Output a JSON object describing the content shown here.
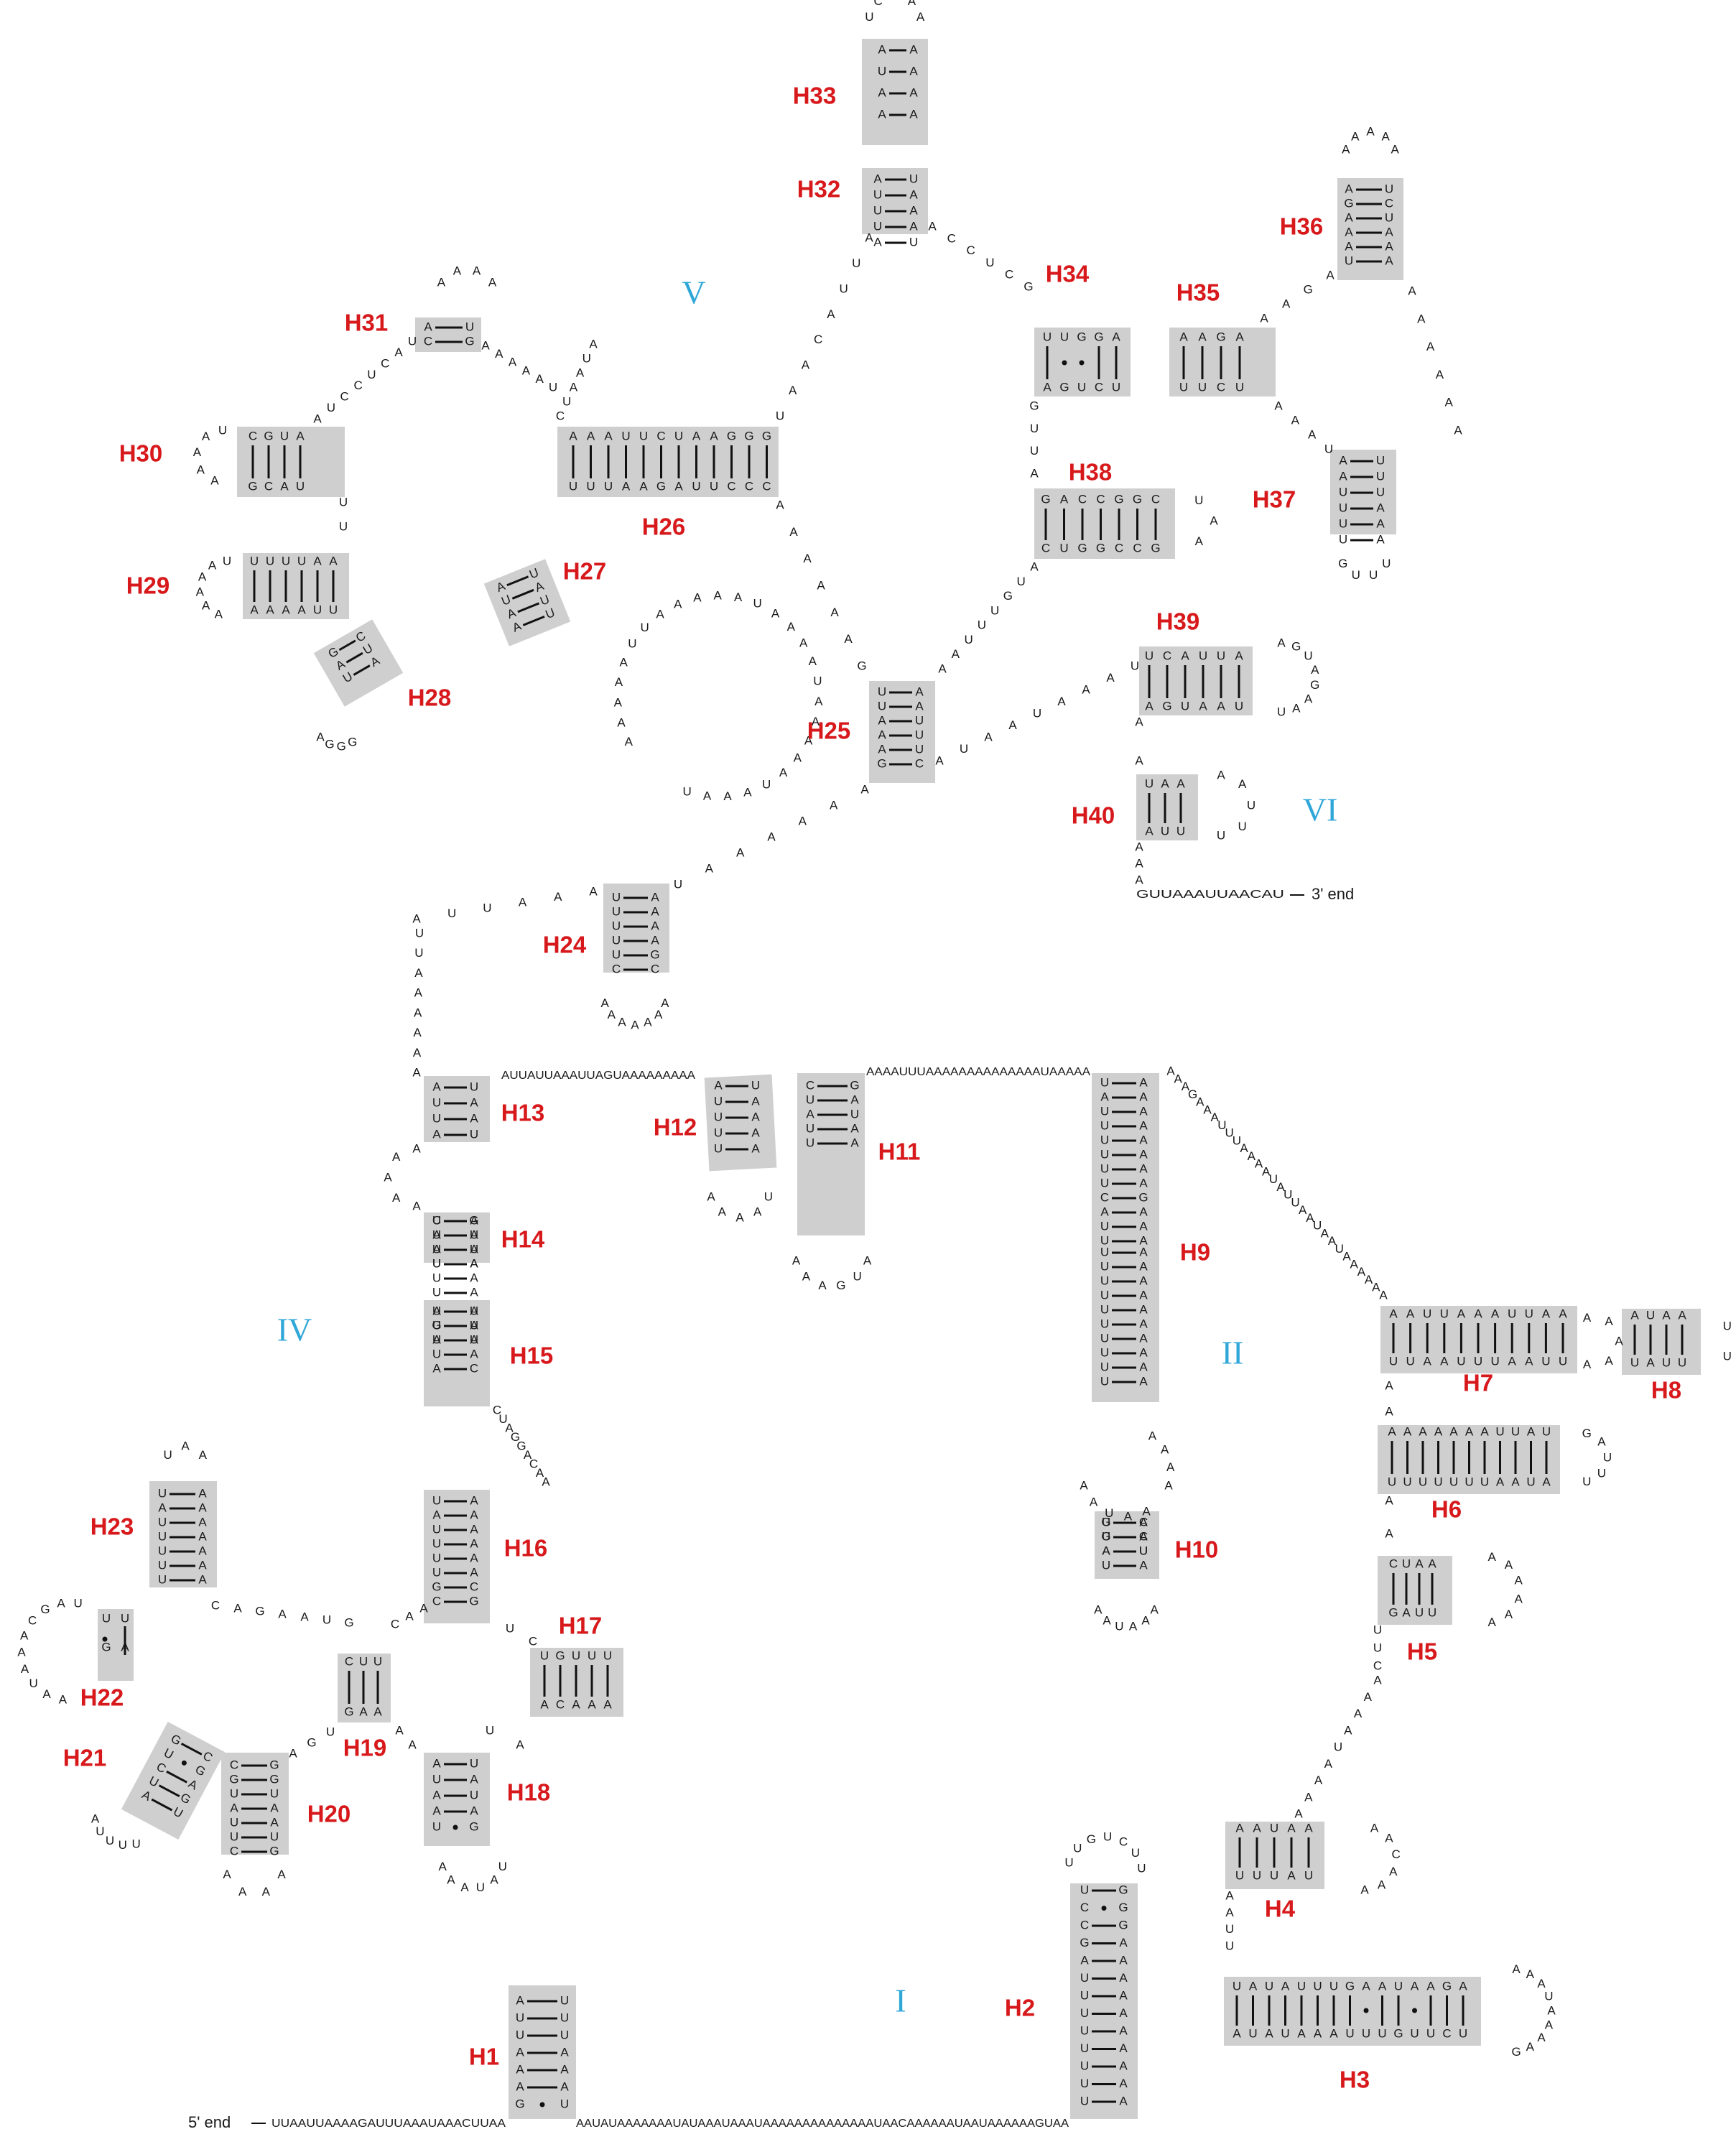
{
  "ends": {
    "five_prime": "5' end",
    "three_prime": "3' end"
  },
  "domains": [
    "I",
    "II",
    "IV",
    "V",
    "VI"
  ],
  "helices": [
    "H1",
    "H2",
    "H3",
    "H4",
    "H5",
    "H6",
    "H7",
    "H8",
    "H9",
    "H10",
    "H11",
    "H12",
    "H13",
    "H14",
    "H15",
    "H16",
    "H17",
    "H18",
    "H19",
    "H20",
    "H21",
    "H22",
    "H23",
    "H24",
    "H25",
    "H26",
    "H27",
    "H28",
    "H29",
    "H30",
    "H31",
    "H32",
    "H33",
    "H34",
    "H35",
    "H36",
    "H37",
    "H38",
    "H39",
    "H40"
  ],
  "linkers": {
    "five_prime_tail": "UUAAUUAAAAGAUUUAAAUAAACUUAA",
    "h1_h2": "AAUAUAAAAAAAUAUAAAUAAAUAAAAAAAAAAAAAAUAACAAAAAAUAAUAAAAAAGUAA",
    "h9_h11": "AAAAUUUAAAAAAAAAAAAAAUAAAAA",
    "h12_h13": "AUUAUUAAAUUAGUAAAAAAAAA",
    "three_prime_tail": "GUUAAAUUAACAU"
  },
  "vertical_stems": [
    {
      "left": "AUUAAAG",
      "right": "UUUAAAU",
      "pairs": "WWWWWWD"
    },
    {
      "left": "UCCGAUUUUUUUU",
      "right": "GGGAAAAAAAAAA",
      "pairs": "SDSSSSSSSSSSS"
    },
    {
      "left": "AUAA",
      "right": "AAAA",
      "pairs": "SSSS"
    },
    {
      "left": "UUUUUUUUUU",
      "right": "AAAAAAAAAA",
      "pairs": "SSSSSSSSSS"
    },
    {
      "left": "UUUUUU",
      "right": "AAAAAA",
      "pairs": "SSSSSS"
    },
    {
      "left": "AUUA",
      "right": "UAAU",
      "pairs": "SSSS"
    },
    {
      "left": "AUU",
      "right": "UAA",
      "pairs": "SSS"
    },
    {
      "left": "UAUUUUU",
      "right": "AAAAAAA",
      "pairs": "SSSSSSS"
    },
    {
      "left": "UAUUUUGC",
      "right": "AAAAAACG",
      "pairs": "SSSSSSSS"
    },
    {
      "left": "AUAAU",
      "right": "UAUAG",
      "pairs": "SSSSD"
    },
    {
      "left": "CGUAUUC",
      "right": "GGUAAUG",
      "pairs": "SSSSSSS"
    },
    {
      "left": "UUUUUC",
      "right": "AAAAGC",
      "pairs": "SSSSSS"
    },
    {
      "left": "UUAAAG",
      "right": "AAUUUC",
      "pairs": "SSSSSS"
    },
    {
      "left": "AGAAAU",
      "right": "UCUAAA",
      "pairs": "SSSSSS"
    },
    {
      "left": "AAUUUU",
      "right": "UUUAAA",
      "pairs": "SSSSSS"
    },
    {
      "left": "AUUUA",
      "right": "UAAAU",
      "pairs": "SSSSS"
    },
    {
      "left": "GGAU",
      "right": "CCUA",
      "pairs": "SSSS"
    },
    {
      "left": "AUUUU",
      "right": "UAAAA",
      "pairs": "SSSSS"
    },
    {
      "left": "CUAUU",
      "right": "GAUAA",
      "pairs": "SSSSS"
    },
    {
      "left": "CAAU",
      "right": "GUUA",
      "pairs": "SSSS"
    },
    {
      "left": "UGAUA",
      "right": "AUUAC",
      "pairs": "SSSSS"
    },
    {
      "left": "UUA",
      "right": "AAU",
      "pairs": "SSS"
    },
    {
      "left": "UAUUUUUUCAUU",
      "right": "AAAAAAAAGAAA",
      "pairs": "SSSSSSSSSSSS"
    }
  ],
  "horizontal_stems": [
    {
      "top": "UAUAUUUGAAUAAGA",
      "bottom": "AUAUAAAUUUGUUCU",
      "pairs": "||||||||·||·|||"
    },
    {
      "top": "AAUAA",
      "bottom": "UUUAU",
      "pairs": "|||||"
    },
    {
      "top": "CUAA",
      "bottom": "GAUU",
      "pairs": "||||"
    },
    {
      "top": "AAAAAAAUUAU",
      "bottom": "UUUUUUUAAUA",
      "pairs": "|||||||||||"
    },
    {
      "top": "AAUUAAAUUAA",
      "bottom": "UUAAUUUAAUU",
      "pairs": "|||||||||||"
    },
    {
      "top": "AUAA",
      "bottom": "UAUU",
      "pairs": "||||"
    },
    {
      "top": "UGUUU",
      "bottom": "ACAAA",
      "pairs": "|||||"
    },
    {
      "top": "CUU",
      "bottom": "GAA",
      "pairs": "|||"
    },
    {
      "top": "AAAUUCUAAGGG",
      "bottom": "UUUAAGAUUCCC",
      "pairs": "||||||||||||"
    },
    {
      "top": "CGUA",
      "bottom": "GCAU",
      "pairs": "||||"
    },
    {
      "top": "UUUUAA",
      "bottom": "AAAAUU",
      "pairs": "||||||"
    },
    {
      "top": "UUGGA",
      "bottom": "AGUCU",
      "pairs": "|··||"
    },
    {
      "top": "AAGA",
      "bottom": "UUCU",
      "pairs": "||||"
    },
    {
      "top": "GACCGGC",
      "bottom": "CUGGCCG",
      "pairs": "|||||||"
    },
    {
      "top": "UCAUUA",
      "bottom": "AGUAAU",
      "pairs": "||||||"
    },
    {
      "top": "UAA",
      "bottom": "AUU",
      "pairs": "|||"
    }
  ],
  "rotated_stems": [
    {
      "left": "AUAA",
      "right": "UAUU",
      "pairs": "SSSS"
    },
    {
      "left": "GAU",
      "right": "CUA",
      "pairs": "SSS"
    },
    {
      "left": "GUCUA",
      "right": "CGAGU",
      "pairs": "SDSSS"
    }
  ],
  "small_stems": [
    {
      "left": "UG",
      "right": "UA",
      "pairs": "D|"
    },
    {
      "left": "AC",
      "right": "UG",
      "pairs": "SS"
    }
  ]
}
